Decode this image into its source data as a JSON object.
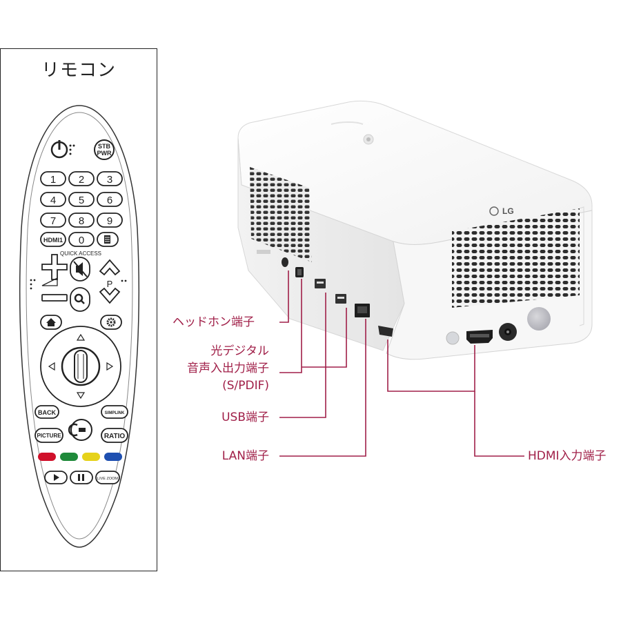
{
  "remote": {
    "title": "リモコン",
    "power_sub": "STB\nPWR",
    "numbers": [
      "1",
      "2",
      "3",
      "4",
      "5",
      "6",
      "7",
      "8",
      "9"
    ],
    "hdmi_button": "HDMI1",
    "zero_button": "0",
    "quick_access": "QUICK ACCESS",
    "channel_label": "P",
    "back_button": "BACK",
    "simplink_button": "SIMPLINK",
    "picture_button": "PICTURE",
    "ratio_button": "RATIO",
    "live_zoom_button": "LIVE ZOOM",
    "color_buttons": [
      "#d0102a",
      "#1f8a3a",
      "#e6d21a",
      "#1e4fb0"
    ]
  },
  "projector": {
    "brand": "LG"
  },
  "ports": {
    "headphone": "ヘッドホン端子",
    "optical_line1": "光デジタル",
    "optical_line2": "音声入出力端子",
    "optical_line3": "(S/PDIF)",
    "usb": "USB端子",
    "lan": "LAN端子",
    "hdmi": "HDMI入力端子"
  },
  "colors": {
    "label": "#a01f48",
    "line": "#a01f48"
  }
}
